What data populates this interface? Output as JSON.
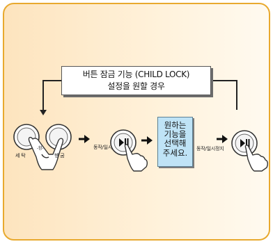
{
  "title": {
    "line1": "버튼 잠금 기능 (CHILD LOCK)",
    "line2": "설정을 원할 경우"
  },
  "steps": {
    "wash_label": "세 탁",
    "rinse_label": "헹 굼",
    "press_together_mark": "-함-",
    "start_pause_1": "동작/일시정지",
    "instruction": "원하는\n기능을\n선택해\n주세요.",
    "start_pause_2": "동작/일시정지"
  },
  "colors": {
    "border": "#e8a92e",
    "background": "#fde4be",
    "instruction_box": "#bfe3f6"
  }
}
